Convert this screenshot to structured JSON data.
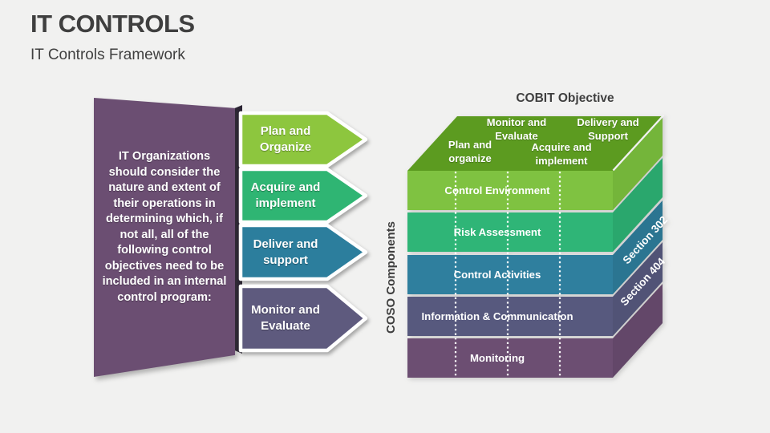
{
  "slide": {
    "title": "IT CONTROLS",
    "subtitle": "IT Controls Framework",
    "background_color": "#F1F1F0",
    "heading_color": "#3F3F3F"
  },
  "intro_panel": {
    "text": "IT Organizations\nshould consider the\nnature and extent of\ntheir operations in\ndetermining which, if\nnot all, all of the\nfollowing control\nobjectives need to be\nincluded in an internal\ncontrol program:",
    "fill_color": "#6B4E72",
    "spine_color": "#2B2433"
  },
  "arrows": {
    "items": [
      {
        "label": "Plan and\nOrganize",
        "color": "#8DC63E"
      },
      {
        "label": "Acquire and\nimplement",
        "color": "#2FB573"
      },
      {
        "label": "Deliver and\nsupport",
        "color": "#2C7E9D"
      },
      {
        "label": "Monitor and\nEvaluate",
        "color": "#5E5A7E"
      }
    ]
  },
  "cube": {
    "title": "COBIT Objective",
    "axis_label": "COSO Components",
    "top_face_color": "#5C9B20",
    "top_labels": [
      {
        "label": "Plan and\norganize"
      },
      {
        "label": "Monitor and\nEvaluate"
      },
      {
        "label": "Acquire and\nimplement"
      },
      {
        "label": "Delivery and\nSupport"
      }
    ],
    "layers": [
      {
        "label": "Control Environment",
        "front": "#7FC241",
        "side": "#74B53A"
      },
      {
        "label": "Risk Assessment",
        "front": "#2FB577",
        "side": "#2AA76D"
      },
      {
        "label": "Control Activities",
        "front": "#2F7F9E",
        "side": "#2B7591"
      },
      {
        "label": "Information & Communication",
        "front": "#57597E",
        "side": "#515376"
      },
      {
        "label": "Monitoring",
        "front": "#6C4E72",
        "side": "#634769"
      }
    ],
    "section_labels": [
      "Section 302",
      "Section 404"
    ]
  }
}
